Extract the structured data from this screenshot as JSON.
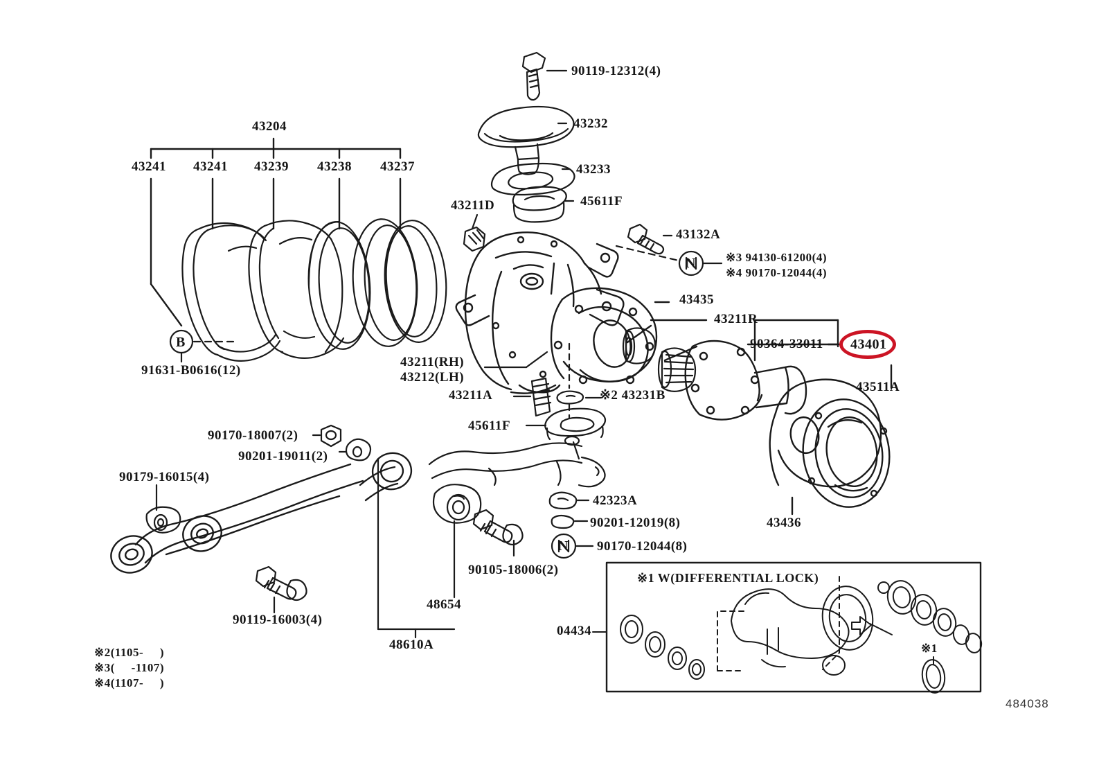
{
  "diagram": {
    "id": "484038",
    "inset_title": "※1 W(DIFFERENTIAL LOCK)"
  },
  "bracket_group": {
    "parent": "43204",
    "children": [
      "43241",
      "43241",
      "43239",
      "43238",
      "43237"
    ]
  },
  "labels": {
    "bolt_top": "90119-12312(4)",
    "cap_43232": "43232",
    "gasket_43233": "43233",
    "seal_45611f_top": "45611F",
    "knuckle_43211d": "43211D",
    "bolt_43132a": "43132A",
    "note3": "※3 94130-61200(4)",
    "note4": "※4 90170-12044(4)",
    "housing_43435": "43435",
    "bearing_43211r": "43211R",
    "bearing_90364": "90364-33011",
    "highlight_43401": "43401",
    "flange_43511a": "43511A",
    "hub_43436": "43436",
    "knuckle_rh": "43211(RH)",
    "knuckle_lh": "43212(LH)",
    "stud_43211a": "43211A",
    "washer_43231b": "※2 43231B",
    "seal_45611f_bottom": "45611F",
    "marker_b_part": "91631-B0616(12)",
    "nut_90170_18007": "90170-18007(2)",
    "washer_90201_19011": "90201-19011(2)",
    "bush_90179_16015": "90179-16015(4)",
    "bolt_90119_16003": "90119-16003(4)",
    "bush_48654": "48654",
    "arm_48610a": "48610A",
    "bolt_90105_18006": "90105-18006(2)",
    "washer_42323a": "42323A",
    "washer_90201_12019": "90201-12019(8)",
    "nut_90170_12044": "90170-12044(8)",
    "kit_04434": "04434",
    "inset_mark_1": "※1"
  },
  "markers": {
    "circle_b": "B",
    "circle_n_top": "N",
    "circle_n_bottom": "N"
  },
  "footnotes": [
    "※2(1105-     )",
    "※3(     -1107)",
    "※4(1107-     )"
  ],
  "colors": {
    "highlight": "#cc1424",
    "line": "#1a1a1a",
    "text": "#151515"
  }
}
